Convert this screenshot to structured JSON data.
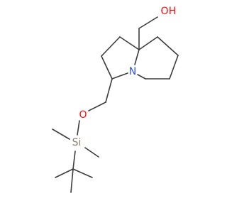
{
  "molecule": {
    "atoms": {
      "hydroxyl_o": {
        "label": "O",
        "color": "#ff0d0d"
      },
      "hydroxyl_h": {
        "label": "H",
        "color": "#ff0d0d"
      },
      "nitrogen": {
        "label": "N",
        "color": "#3050f8"
      },
      "ether_o": {
        "label": "O",
        "color": "#ff0d0d"
      },
      "silicon": {
        "label": "Si",
        "color": "#8c7a6b"
      }
    },
    "bond_color": "#3c3c3c"
  }
}
